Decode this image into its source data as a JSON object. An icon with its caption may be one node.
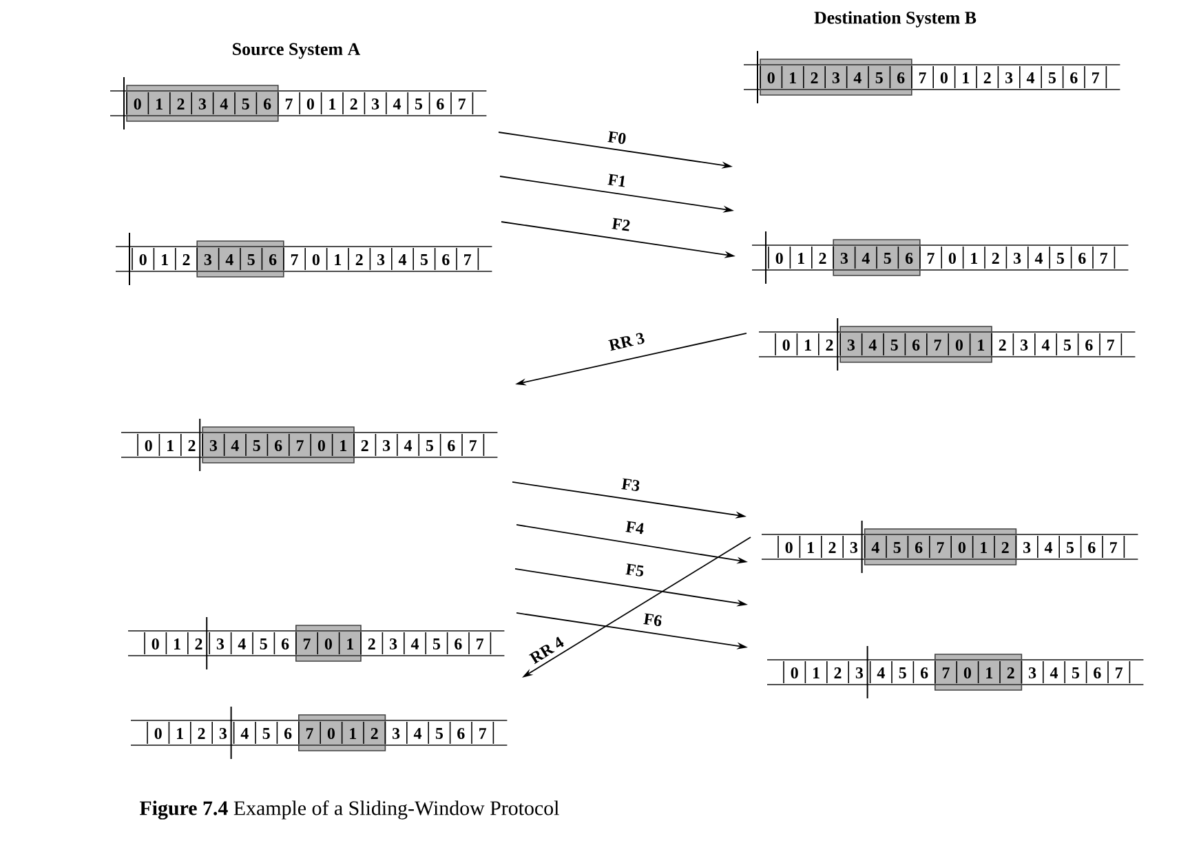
{
  "diagram": {
    "caption": "**Figure 7.4** Example of a Sliding-Window Protocol",
    "nodes": [
      {
        "text": [
          "0",
          "1",
          "2",
          "3",
          "4",
          "5",
          "6",
          "7",
          "0",
          "1",
          "2",
          "3",
          "4",
          "5",
          "6",
          "7"
        ]
      },
      {
        "text": [
          "0",
          "1",
          "2",
          "3",
          "4",
          "5",
          "6",
          "7",
          "0",
          "1",
          "2",
          "3",
          "4",
          "5",
          "6",
          "7"
        ]
      },
      {
        "text": [
          "0",
          "1",
          "2",
          "3",
          "4",
          "5",
          "6",
          "7",
          "0",
          "1",
          "2",
          "3",
          "4",
          "5",
          "6",
          "7"
        ]
      },
      {
        "text": [
          "0",
          "1",
          "2",
          "3",
          "4",
          "5",
          "6",
          "7",
          "0",
          "1",
          "2",
          "3",
          "4",
          "5",
          "6",
          "7"
        ]
      },
      {
        "text": [
          "0",
          "1",
          "2",
          "3",
          "4",
          "5",
          "6",
          "7",
          "0",
          "1",
          "2",
          "3",
          "4",
          "5",
          "6",
          "7"
        ]
      },
      {
        "text": [
          "0",
          "1",
          "2",
          "3",
          "4",
          "5",
          "6",
          "7",
          "0",
          "1",
          "2",
          "3",
          "4",
          "5",
          "6",
          "7"
        ]
      },
      {
        "text": [
          "0",
          "1",
          "2",
          "3",
          "4",
          "5",
          "6",
          "7",
          "0",
          "1",
          "2",
          "3",
          "4",
          "5",
          "6",
          "7"
        ]
      },
      {
        "text": [
          "0",
          "1",
          "2",
          "3",
          "4",
          "5",
          "6",
          "7",
          "0",
          "1",
          "2",
          "3",
          "4",
          "5",
          "6",
          "7"
        ]
      },
      {
        "text": [
          "0",
          "1",
          "2",
          "3",
          "4",
          "5",
          "6",
          "7",
          "0",
          "1",
          "2",
          "3",
          "4",
          "5",
          "6",
          "7"
        ]
      },
      {
        "text": [
          "0",
          "1",
          "2",
          "3",
          "4",
          "5",
          "6",
          "7",
          "0",
          "1",
          "2",
          "3",
          "4",
          "5",
          "6",
          "7"
        ]
      }
    ],
    "labels": [
      "Source System A",
      "Destination System B",
      "F0",
      "F1",
      "F2",
      "RR 3",
      "F3",
      "F4",
      "F5",
      "F6",
      "RR 4"
    ]
  }
}
